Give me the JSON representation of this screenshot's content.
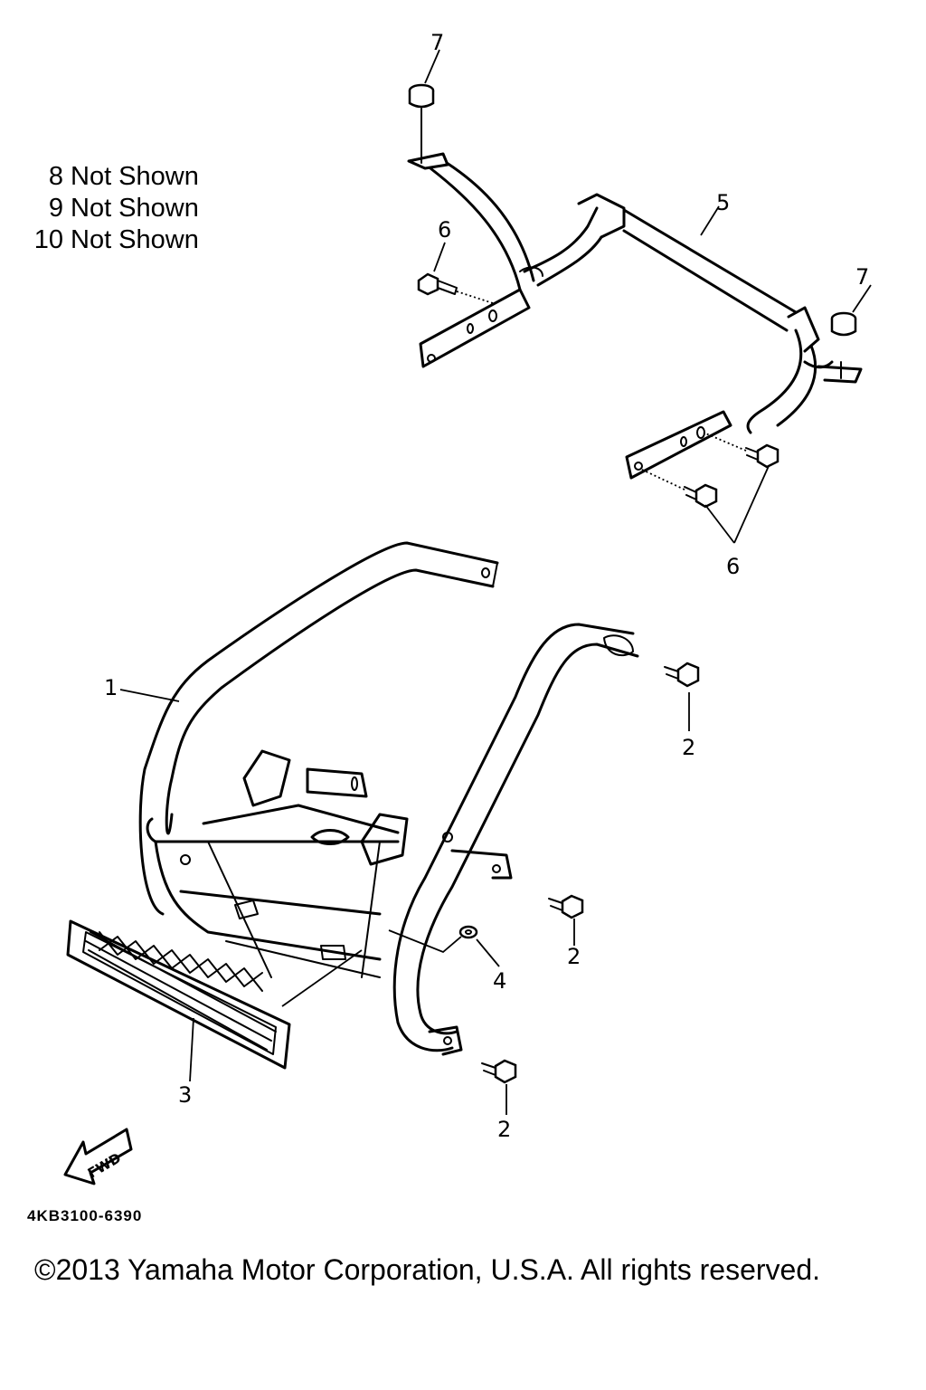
{
  "notes": [
    {
      "number": "8",
      "text": "Not Shown"
    },
    {
      "number": "9",
      "text": "Not Shown"
    },
    {
      "number": "10",
      "text": "Not Shown"
    }
  ],
  "callouts": {
    "c1": "1",
    "c2a": "2",
    "c2b": "2",
    "c2c": "2",
    "c3": "3",
    "c4": "4",
    "c5": "5",
    "c6a": "6",
    "c6b": "6",
    "c7a": "7",
    "c7b": "7"
  },
  "fwd_label": "FWD",
  "diagram_code": "4KB3100-6390",
  "copyright": "©2013 Yamaha Motor Corporation, U.S.A. All rights reserved."
}
